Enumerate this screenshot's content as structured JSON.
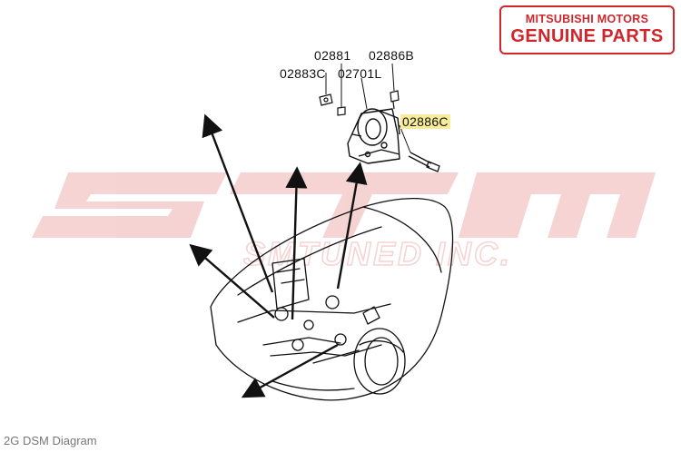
{
  "badge": {
    "line1": "MITSUBISHI MOTORS",
    "line2": "GENUINE PARTS"
  },
  "watermark": {
    "logo": "STM",
    "text": "SMTUNED INC."
  },
  "parts": {
    "p02881": "02881",
    "p02886B": "02886B",
    "p02883C": "02883C",
    "p02701L": "02701L",
    "p02886C": "02886C"
  },
  "highlight_color": "#f6ec9a",
  "brand_color": "#d0262b",
  "caption": "2G DSM Diagram"
}
